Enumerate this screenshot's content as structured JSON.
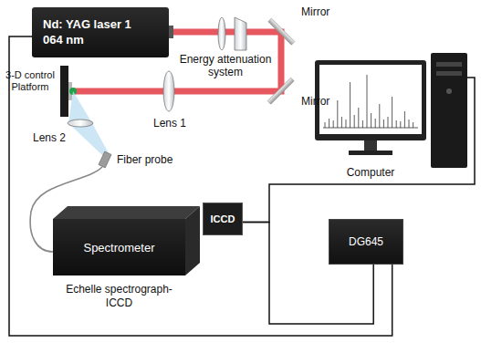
{
  "diagram": {
    "nodes": [
      {
        "text": [
          "Nd: YAG laser 1 064 nm"
        ]
      },
      {
        "text": [
          "Computer"
        ]
      },
      {
        "text": [
          "Spectrometer",
          "Echelle spectrograph-ICCD"
        ]
      },
      {
        "text": [
          "ICCD"
        ]
      },
      {
        "text": [
          "DG645"
        ]
      }
    ],
    "edges": [
      {
        "from": 0,
        "to": 4,
        "arrow": "none"
      },
      {
        "from": 3,
        "to": 1,
        "arrow": "none"
      },
      {
        "from": 3,
        "to": 4,
        "arrow": "none"
      }
    ],
    "labels": [
      "Mirror",
      "Energy attenuation system",
      "Mirror",
      "3-D control Platform",
      "Lens 2",
      "Lens 1",
      "Fiber probe"
    ]
  }
}
